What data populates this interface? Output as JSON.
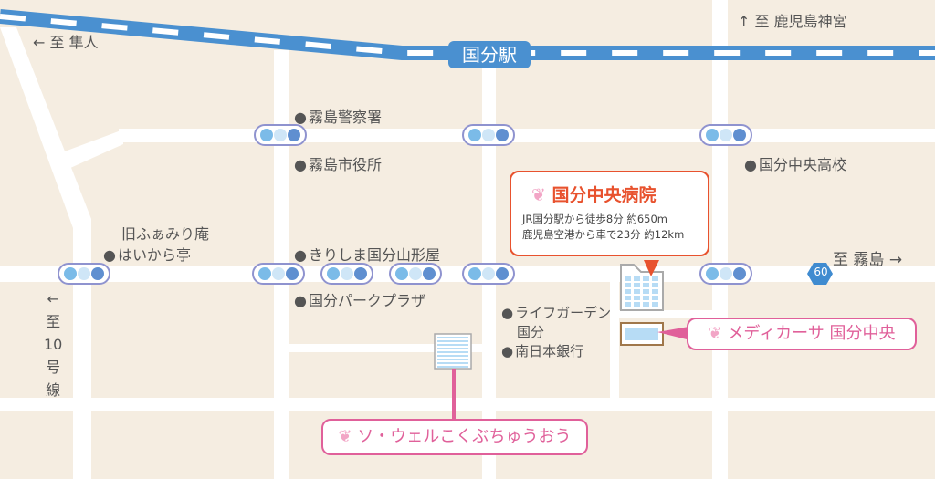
{
  "station": "国分駅",
  "directions": {
    "hayato": "至 隼人",
    "kagoshima_jingu": "至 鹿児島神宮",
    "kirishima": "至 霧島",
    "route10": [
      "至",
      "10",
      "号",
      "線"
    ]
  },
  "arrows": {
    "left": "←",
    "up": "↑",
    "right": "→"
  },
  "landmarks": {
    "police": "霧島警察署",
    "city_hall": "霧島市役所",
    "high_school": "国分中央高校",
    "haikara_1": "旧ふぁみり庵",
    "haikara_2": "はいから亭",
    "yamagataya": "きりしま国分山形屋",
    "park_plaza": "国分パークプラザ",
    "life_garden_1": "ライフガーデン",
    "life_garden_2": "国分",
    "bank": "南日本銀行"
  },
  "hospital": {
    "name": "国分中央病院",
    "access_1": "JR国分駅から徒歩8分 約650m",
    "access_2": "鹿児島空港から車で23分 約12km"
  },
  "medicasa": "メディカーサ 国分中央",
  "sowell": "ソ・ウェルこくぶちゅうおう",
  "route_badge": "60",
  "colors": {
    "ground": "#f5ede1",
    "rail": "#4a90d0",
    "hospital": "#e8522e",
    "pink": "#e0609a"
  }
}
